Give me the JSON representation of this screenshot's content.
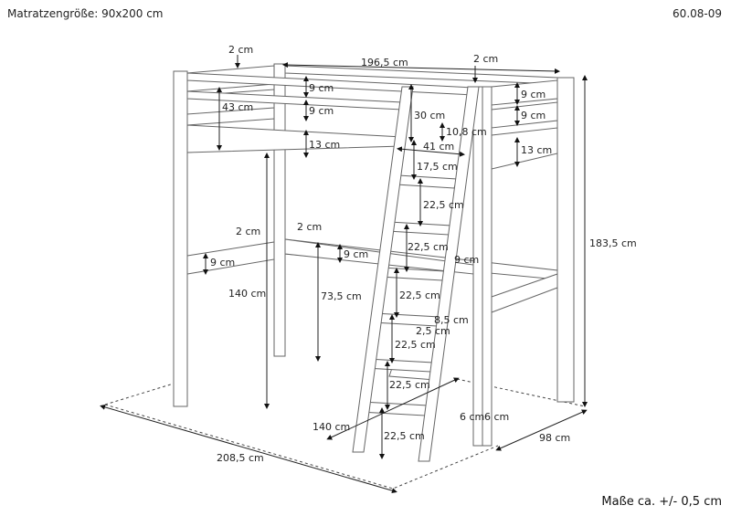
{
  "header": {
    "title": "Matratzengröße: 90x200 cm",
    "code": "60.08-09"
  },
  "footer": {
    "note": "Maße ca. +/- 0,5 cm"
  },
  "labels": {
    "top_2cm_left": "2 cm",
    "length_top": "196,5 cm",
    "top_2cm_right": "2 cm",
    "rail1": "9 cm",
    "rail2": "9 cm",
    "rail3": "13 cm",
    "guard_height": "43 cm",
    "right_rail1": "9 cm",
    "right_rail2": "9 cm",
    "right_rail3": "13 cm",
    "ladder_30": "30 cm",
    "ladder_108": "10,8 cm",
    "ladder_41": "41 cm",
    "ladder_175": "17,5 cm",
    "step1": "22,5 cm",
    "step2": "22,5 cm",
    "step3": "22,5 cm",
    "step4": "22,5 cm",
    "step5": "22,5 cm",
    "step6": "22,5 cm",
    "ladder_rail_9": "9 cm",
    "rung_85": "8,5 cm",
    "rung_25": "2,5 cm",
    "side_2cm": "2 cm",
    "side_9cm": "9 cm",
    "back_2cm": "2 cm",
    "back_9cm": "9 cm",
    "height_140": "140 cm",
    "height_735": "73,5 cm",
    "total_height": "183,5 cm",
    "post_6a": "6 cm",
    "post_6b": "6 cm",
    "ladder_140": "140 cm",
    "length_total": "208,5 cm",
    "width": "98 cm"
  }
}
